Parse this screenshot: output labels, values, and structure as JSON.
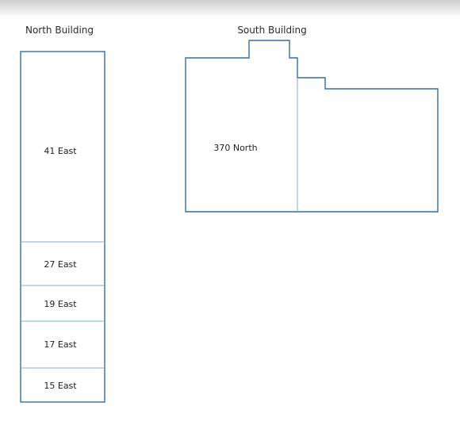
{
  "north_building": {
    "title": "North Building",
    "rooms": [
      "41 East",
      "27 East",
      "19 East",
      "17 East",
      "15 East"
    ]
  },
  "south_building": {
    "title": "South Building",
    "rooms": [
      "370 North"
    ]
  },
  "colors": {
    "outline": "#2e6fa8",
    "divider": "#7fb3c9"
  }
}
